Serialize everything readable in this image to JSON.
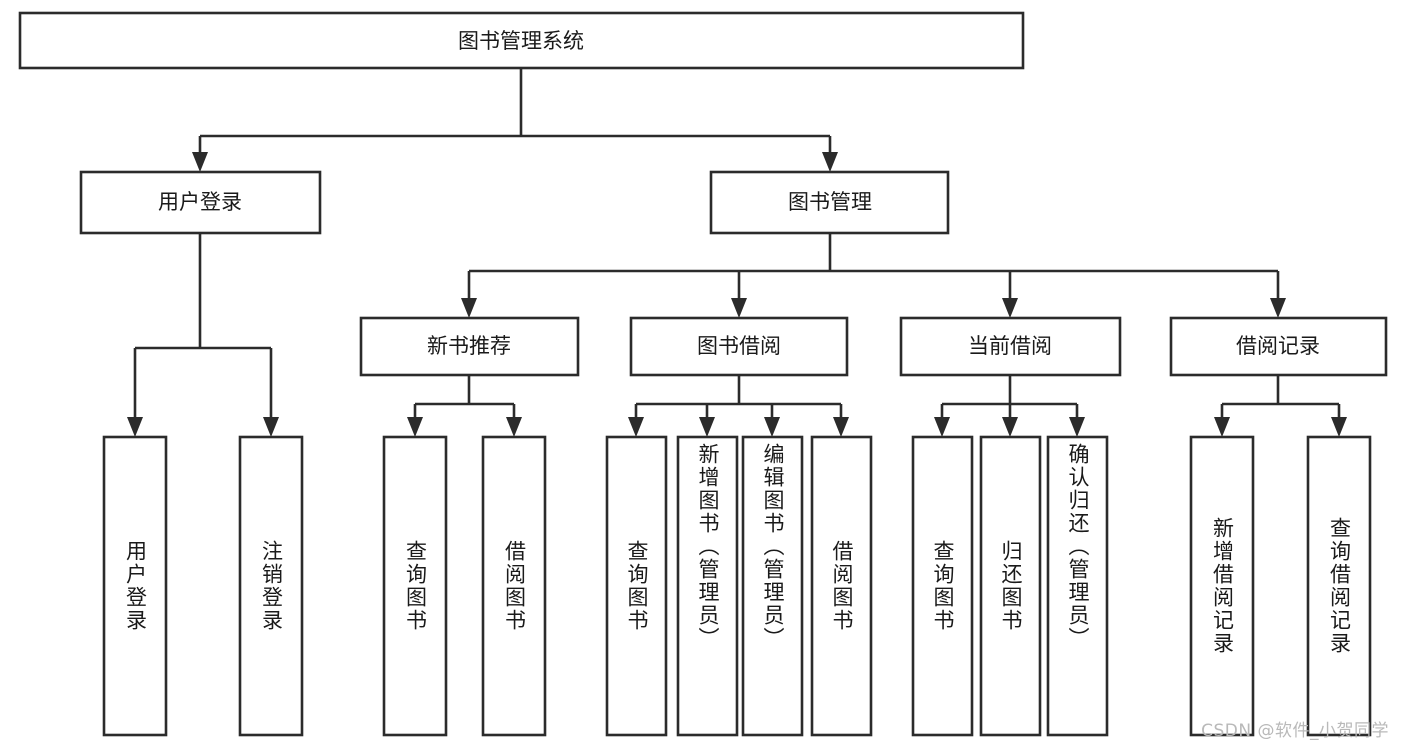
{
  "diagram": {
    "title": "图书管理系统",
    "type": "hierarchy-tree",
    "watermark": "CSDN @软件_小贺同学",
    "colors": {
      "stroke": "#2b2b2b",
      "box_fill": "#ffffff",
      "text": "#1a1a1a",
      "background": "#ffffff",
      "watermark": "#b9b9b9"
    },
    "root": {
      "label": "图书管理系统",
      "orientation": "horizontal"
    },
    "level2": [
      {
        "label": "用户登录",
        "orientation": "horizontal"
      },
      {
        "label": "图书管理",
        "orientation": "horizontal"
      }
    ],
    "level3": [
      {
        "label": "新书推荐",
        "orientation": "horizontal",
        "parent": "图书管理"
      },
      {
        "label": "图书借阅",
        "orientation": "horizontal",
        "parent": "图书管理"
      },
      {
        "label": "当前借阅",
        "orientation": "horizontal",
        "parent": "图书管理"
      },
      {
        "label": "借阅记录",
        "orientation": "horizontal",
        "parent": "图书管理"
      }
    ],
    "leaves": {
      "用户登录": [
        {
          "label": "用户登录",
          "orientation": "vertical"
        },
        {
          "label": "注销登录",
          "orientation": "vertical"
        }
      ],
      "新书推荐": [
        {
          "label": "查询图书",
          "orientation": "vertical"
        },
        {
          "label": "借阅图书",
          "orientation": "vertical"
        }
      ],
      "图书借阅": [
        {
          "label": "查询图书",
          "orientation": "vertical"
        },
        {
          "label": "新增图书（管理员）",
          "orientation": "vertical"
        },
        {
          "label": "编辑图书（管理员）",
          "orientation": "vertical"
        },
        {
          "label": "借阅图书",
          "orientation": "vertical"
        }
      ],
      "当前借阅": [
        {
          "label": "查询图书",
          "orientation": "vertical"
        },
        {
          "label": "归还图书",
          "orientation": "vertical"
        },
        {
          "label": "确认归还（管理员）",
          "orientation": "vertical"
        }
      ],
      "借阅记录": [
        {
          "label": "新增借阅记录",
          "orientation": "vertical"
        },
        {
          "label": "查询借阅记录",
          "orientation": "vertical"
        }
      ]
    }
  }
}
